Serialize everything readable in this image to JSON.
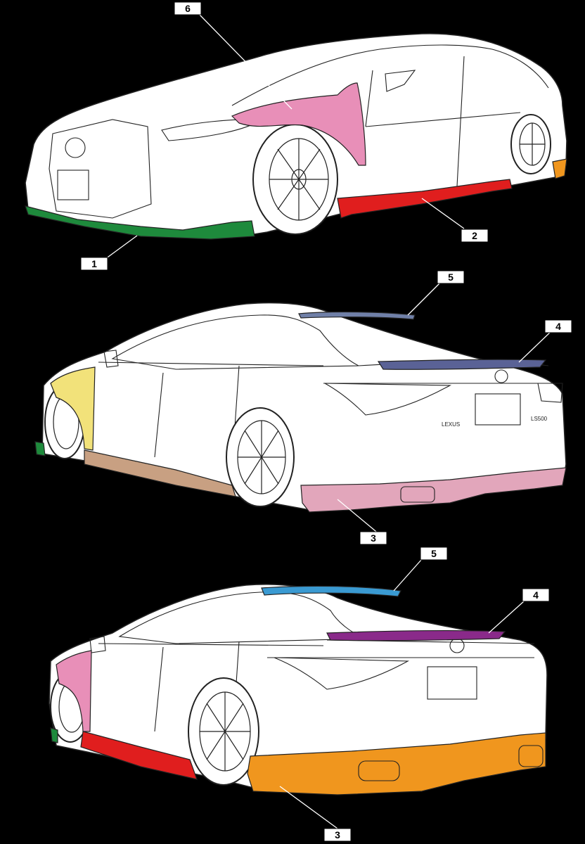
{
  "colors": {
    "background": "#000000",
    "part_front_spoiler": "#1e8a3c",
    "part_side_skirt": "#e01e1e",
    "part_front_fender": "#e88fb8",
    "part_rear_fender_yellow": "#f2e27a",
    "part_side_skirt_tan": "#c8a082",
    "part_rear_diffuser_pink": "#e2a6bb",
    "part_rear_diffuser_orange": "#f0961e",
    "part_trunk_spoiler_slate": "#5a6296",
    "part_trunk_spoiler_purple": "#8a2a8a",
    "part_roof_spoiler_slate": "#7080a8",
    "part_roof_spoiler_blue": "#3a9ad2",
    "part_rear_corner_orange": "#f0961e"
  },
  "views": [
    {
      "name": "front-three-quarter",
      "callouts": [
        {
          "id": "callout-1",
          "label": "1"
        },
        {
          "id": "callout-2",
          "label": "2"
        },
        {
          "id": "callout-6",
          "label": "6"
        }
      ]
    },
    {
      "name": "rear-three-quarter-a",
      "badges": {
        "brand": "LEXUS",
        "model": "LS500"
      },
      "callouts": [
        {
          "id": "callout-3",
          "label": "3"
        },
        {
          "id": "callout-4",
          "label": "4"
        },
        {
          "id": "callout-5",
          "label": "5"
        }
      ]
    },
    {
      "name": "rear-three-quarter-b",
      "callouts": [
        {
          "id": "callout-3",
          "label": "3"
        },
        {
          "id": "callout-4",
          "label": "4"
        },
        {
          "id": "callout-5",
          "label": "5"
        }
      ]
    }
  ]
}
